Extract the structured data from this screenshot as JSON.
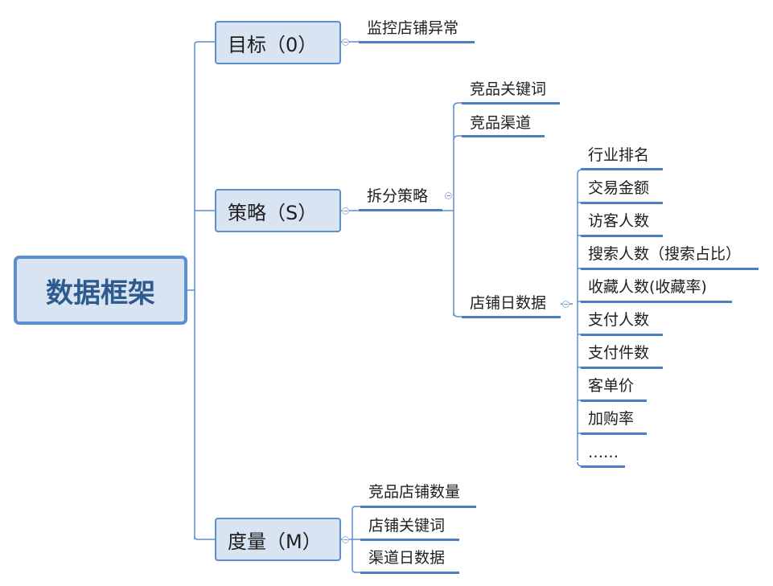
{
  "root": "数据框架",
  "goal": {
    "label": "目标（0）",
    "children": [
      "监控店铺异常"
    ]
  },
  "strategy": {
    "label": "策略（S）",
    "child": "拆分策略",
    "sub": [
      "竞品关键词",
      "竞品渠道",
      "店铺日数据"
    ],
    "daily": [
      "行业排名",
      "交易金额",
      "访客人数",
      "搜索人数（搜索占比）",
      "收藏人数(收藏率)",
      "支付人数",
      "支付件数",
      "客单价",
      "加购率",
      "……"
    ]
  },
  "measure": {
    "label": "度量（M）",
    "children": [
      "竞品店铺数量",
      "店铺关键词",
      "渠道日数据"
    ]
  },
  "colors": {
    "line": "#5b8fcf",
    "fill": "#d9e4f2",
    "root_text": "#2e5a8e"
  }
}
